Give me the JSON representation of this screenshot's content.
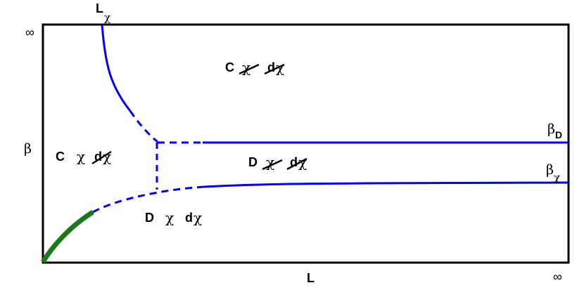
{
  "axes": {
    "x_label": "L",
    "y_label": "β",
    "x_infinity": "∞",
    "y_infinity": "∞"
  },
  "curve_labels": {
    "L_chi": {
      "main": "L",
      "sub": "χ"
    },
    "beta_D": {
      "main": "β",
      "sub": "D"
    },
    "beta_chi": {
      "main": "β",
      "sub": "χ"
    }
  },
  "regions": {
    "top": {
      "letter": "C",
      "chi": "χ",
      "d": "d",
      "dchi": "χ"
    },
    "left": {
      "letter": "C",
      "chi": "χ",
      "d": "d",
      "dchi": "χ"
    },
    "middle": {
      "letter": "D",
      "chi": "χ",
      "d": "d",
      "dchi": "χ"
    },
    "bottom": {
      "letter": "D",
      "chi": "χ",
      "d": "d",
      "dchi": "χ"
    }
  },
  "colors": {
    "frame": "#000000",
    "curve": "#0000ff",
    "curve_green": "#1a7a1a",
    "text": "#000000"
  }
}
